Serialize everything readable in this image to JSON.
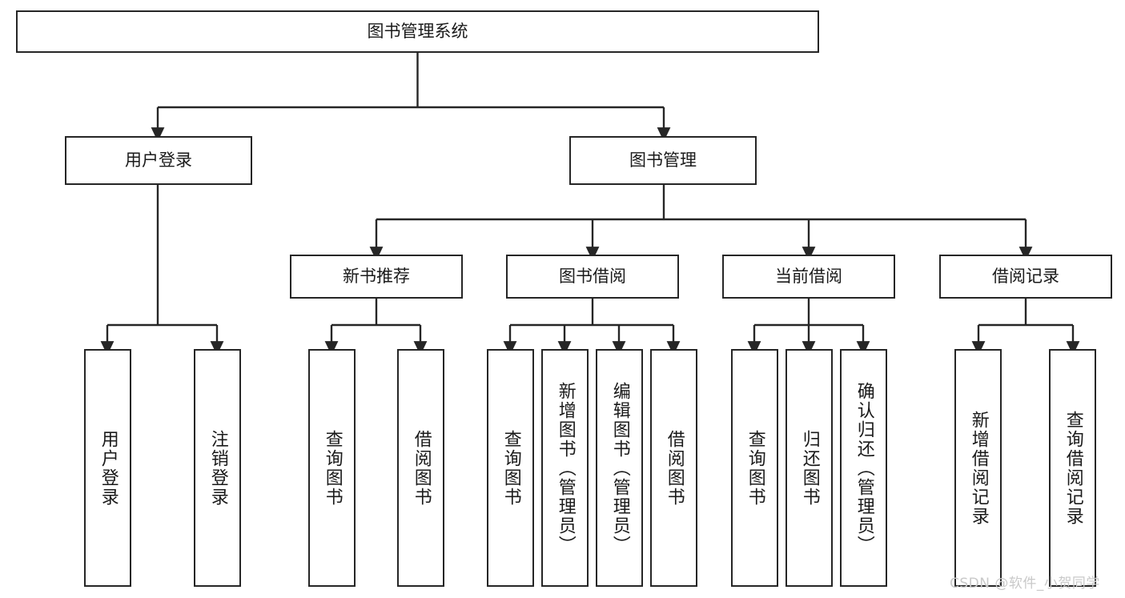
{
  "diagram": {
    "title": "图书管理系统",
    "type": "tree-hierarchy-chart",
    "orientation": "top-down",
    "colors": {
      "box_border": "#262626",
      "box_fill": "#ffffff",
      "connector": "#262626",
      "text": "#1a1a1a",
      "watermark": "#c9c9c9"
    },
    "root": {
      "label": "图书管理系统"
    },
    "level2": [
      {
        "id": "user-login",
        "label": "用户登录"
      },
      {
        "id": "book-management",
        "label": "图书管理"
      }
    ],
    "level3": [
      {
        "id": "new-book-recommend",
        "label": "新书推荐",
        "parent": "book-management"
      },
      {
        "id": "book-borrow",
        "label": "图书借阅",
        "parent": "book-management"
      },
      {
        "id": "current-borrow",
        "label": "当前借阅",
        "parent": "book-management"
      },
      {
        "id": "borrow-record",
        "label": "借阅记录",
        "parent": "book-management"
      }
    ],
    "leaves": [
      {
        "id": "leaf-user-login",
        "label": "用户登录",
        "parent": "user-login"
      },
      {
        "id": "leaf-logout-login",
        "label": "注销登录",
        "parent": "user-login"
      },
      {
        "id": "leaf-query-book-1",
        "label": "查询图书",
        "parent": "new-book-recommend"
      },
      {
        "id": "leaf-borrow-book-1",
        "label": "借阅图书",
        "parent": "new-book-recommend"
      },
      {
        "id": "leaf-query-book-2",
        "label": "查询图书",
        "parent": "book-borrow"
      },
      {
        "id": "leaf-add-book",
        "label": "新增图书（管理员）",
        "parent": "book-borrow"
      },
      {
        "id": "leaf-edit-book",
        "label": "编辑图书（管理员）",
        "parent": "book-borrow"
      },
      {
        "id": "leaf-borrow-book-2",
        "label": "借阅图书",
        "parent": "book-borrow"
      },
      {
        "id": "leaf-query-book-3",
        "label": "查询图书",
        "parent": "current-borrow"
      },
      {
        "id": "leaf-return-book",
        "label": "归还图书",
        "parent": "current-borrow"
      },
      {
        "id": "leaf-confirm-return",
        "label": "确认归还（管理员）",
        "parent": "current-borrow"
      },
      {
        "id": "leaf-add-record",
        "label": "新增借阅记录",
        "parent": "borrow-record"
      },
      {
        "id": "leaf-query-record",
        "label": "查询借阅记录",
        "parent": "borrow-record"
      }
    ]
  },
  "watermark": {
    "text": "CSDN @软件_小贺同学"
  }
}
